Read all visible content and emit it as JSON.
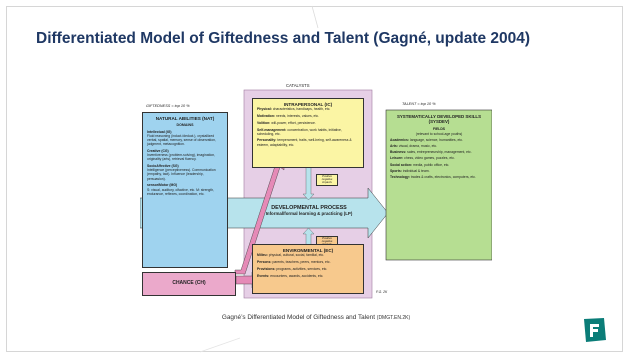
{
  "slide": {
    "title": "Differentiated Model of Giftedness and Talent (Gagné, update 2004)",
    "caption_main": "Gagné’s Differentiated Model of Giftedness and Talent",
    "caption_code": "(DMGT.EN.2K)"
  },
  "diagram": {
    "catalysts_label": "CATALYSTS",
    "giftedness_label": "GIFTEDNESS = top 10 %",
    "talent_label": "TALENT = top 10 %",
    "natural_abilities": {
      "title": "NATURAL ABILITIES (NAT)",
      "domains_label": "DOMAINS",
      "items": [
        {
          "name": "Intellectual (IG)",
          "text": "Fluid reasoning (induct./deduct.), crystallized verbal, spatial, memory, sense of observation, judgment, metacognition."
        },
        {
          "name": "Creative (CG)",
          "text": "Inventiveness (problem-solving), imagination, originality (arts), retrieval fluency."
        },
        {
          "name": "SocioAffective (SG)",
          "text": "Intelligence (perceptiveness). Communication (empathy, tact). Influence (leadership, persuasion)."
        },
        {
          "name": "sensoriMotor (MG)",
          "text": "S: visual, auditory, olfactive, etc. M: strength, endurance, reflexes, coordination, etc."
        }
      ]
    },
    "intrapersonal": {
      "title": "INTRAPERSONAL (IC)",
      "items": [
        {
          "name": "Physical:",
          "text": "characteristics, handicaps, health, etc."
        },
        {
          "name": "Motivation:",
          "text": "needs, interests, values, etc."
        },
        {
          "name": "Volition:",
          "text": "will-power, effort, persistence."
        },
        {
          "name": "Self-management:",
          "text": "concentration, work habits, initiative, scheduling, etc."
        },
        {
          "name": "Personality:",
          "text": "temperament, traits, well-being, self-awareness & esteem, adaptability, etc."
        }
      ]
    },
    "positive_negative_top": "Positive negative impacts",
    "positive_negative_bottom": "Positive negative impacts",
    "process": {
      "title": "DEVELOPMENTAL PROCESS",
      "subtitle": "Informal/formal learning & practicing (LP)"
    },
    "environmental": {
      "title": "ENVIRONMENTAL (EC)",
      "items": [
        {
          "name": "Milieu:",
          "text": "physical, cultural, social, familial, etc."
        },
        {
          "name": "Persons:",
          "text": "parents, teachers, peers, mentors, etc."
        },
        {
          "name": "Provisions:",
          "text": "programs, activities, services, etc."
        },
        {
          "name": "Events:",
          "text": "encounters, awards, accidents, etc."
        }
      ]
    },
    "chance": {
      "title": "CHANCE (CH)"
    },
    "skills": {
      "title": "SYSTEMATICALLY DEVELOPED SKILLS (SYSDEV)",
      "fields_label": "FIELDS",
      "fields_sub": "(relevant to school-age youths)",
      "items": [
        {
          "name": "Academics:",
          "text": "language, science, humanities, etc."
        },
        {
          "name": "Arts:",
          "text": "visual, drama, music, etc."
        },
        {
          "name": "Business:",
          "text": "sales, entrepreneurship, management, etc."
        },
        {
          "name": "Leisure:",
          "text": "chess, video games, puzzles, etc."
        },
        {
          "name": "Social action:",
          "text": "media, public office, etc."
        },
        {
          "name": "Sports:",
          "text": "individual & team."
        },
        {
          "name": "Technology:",
          "text": "trades & crafts, electronics, computers, etc."
        }
      ]
    },
    "signature": "F.G. 2K"
  },
  "colors": {
    "title": "#1f3864",
    "natural_abilities": "#9fd3ef",
    "intrapersonal": "#fbf5a4",
    "environmental": "#f7c98d",
    "chance": "#eba9cb",
    "catalyst_frame": "#e6cfe6",
    "process_arrow": "#b7e3ec",
    "skills": "#b6de92",
    "pink_arrow": "#e58ab7",
    "logo": "#0b7d78"
  }
}
